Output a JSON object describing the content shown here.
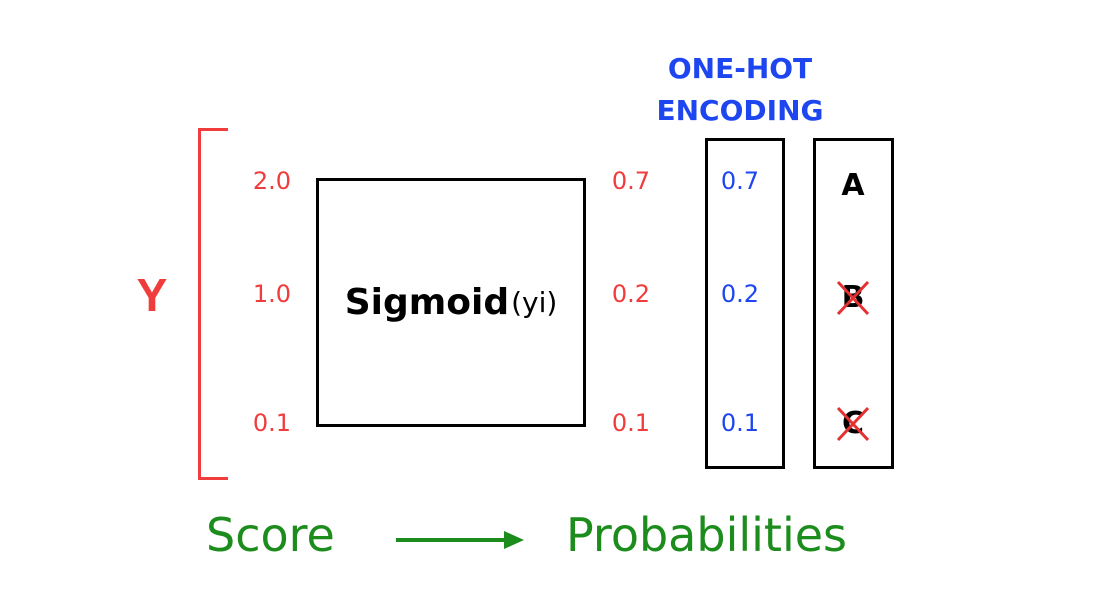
{
  "y_label": "Y",
  "scores": [
    "2.0",
    "1.0",
    "0.1"
  ],
  "function_box": {
    "name": "Sigmoid",
    "argument": "(yi)"
  },
  "probabilities": [
    "0.7",
    "0.2",
    "0.1"
  ],
  "one_hot": {
    "title_line1": "ONE-HOT",
    "title_line2": "ENCODING",
    "values": [
      "0.7",
      "0.2",
      "0.1"
    ]
  },
  "classes": [
    {
      "letter": "A",
      "crossed": false
    },
    {
      "letter": "B",
      "crossed": true
    },
    {
      "letter": "C",
      "crossed": true
    }
  ],
  "bottom": {
    "left": "Score",
    "right": "Probabilities"
  },
  "colors": {
    "score": "#f03c3c",
    "one_hot": "#1e46f0",
    "labels": "#1c8c1c",
    "cross": "#e53030"
  }
}
